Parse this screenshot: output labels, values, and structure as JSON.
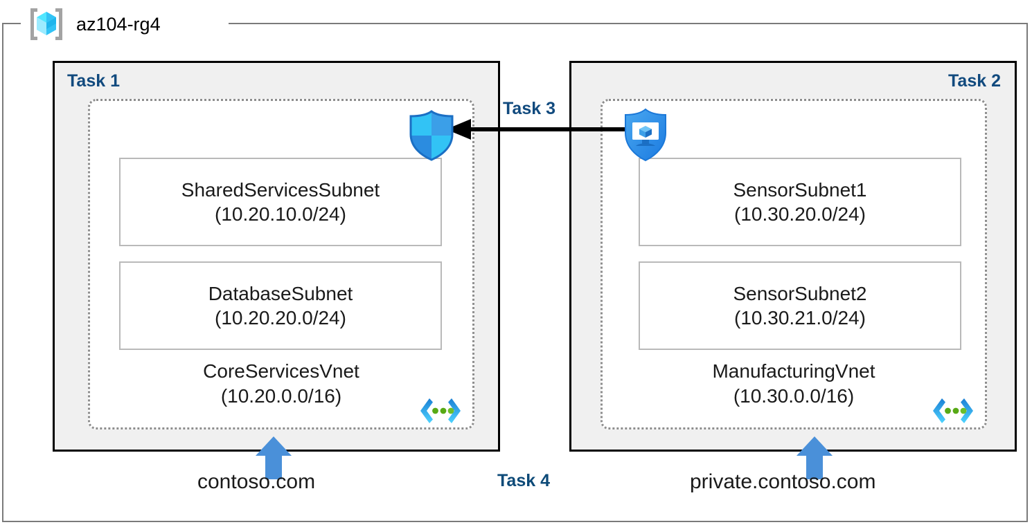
{
  "resource_group": {
    "name": "az104-rg4",
    "icon": "azure-resource-group-cube-icon"
  },
  "tasks": {
    "task1_label": "Task 1",
    "task2_label": "Task 2",
    "task3_label": "Task 3",
    "task4_label": "Task 4"
  },
  "left_vnet": {
    "name": "CoreServicesVnet",
    "cidr": "(10.20.0.0/16)",
    "icon": "virtual-network-icon",
    "subnets": [
      {
        "name": "SharedServicesSubnet",
        "cidr": "(10.20.10.0/24)"
      },
      {
        "name": "DatabaseSubnet",
        "cidr": "(10.20.20.0/24)"
      }
    ],
    "dns_zone": "contoso.com",
    "dns_arrow_icon": "blue-up-arrow-icon"
  },
  "right_vnet": {
    "name": "ManufacturingVnet",
    "cidr": "(10.30.0.0/16)",
    "icon": "virtual-network-icon",
    "subnets": [
      {
        "name": "SensorSubnet1",
        "cidr": "(10.30.20.0/24)"
      },
      {
        "name": "SensorSubnet2",
        "cidr": "(10.30.21.0/24)"
      }
    ],
    "dns_zone": "private.contoso.com",
    "dns_arrow_icon": "blue-up-arrow-icon"
  },
  "connection": {
    "icon_left": "firewall-shield-icon",
    "icon_right": "ddos-protection-shield-vm-icon",
    "arrow_icon": "black-left-arrow-icon",
    "direction": "right-to-left"
  },
  "colors": {
    "task_label": "#114a7e",
    "task4_label": "#0d4a78",
    "task_box_fill": "#f0f0f0",
    "task_box_border": "#000000",
    "vnet_border": "#8d8d8d",
    "subnet_border": "#b9b9b9",
    "rg_frame_border": "#7a7a7a",
    "dns_arrow": "#4a90d9",
    "shield_cyan": "#32c3f5",
    "shield_blue": "#2f8fe0",
    "vnet_icon_blue": "#1a7fd4",
    "vnet_icon_cyan": "#32c3f5",
    "vnet_icon_dot": "#57a915",
    "cube_cyan": "#50e6ff",
    "bracket_gray": "#a3a3a3"
  }
}
